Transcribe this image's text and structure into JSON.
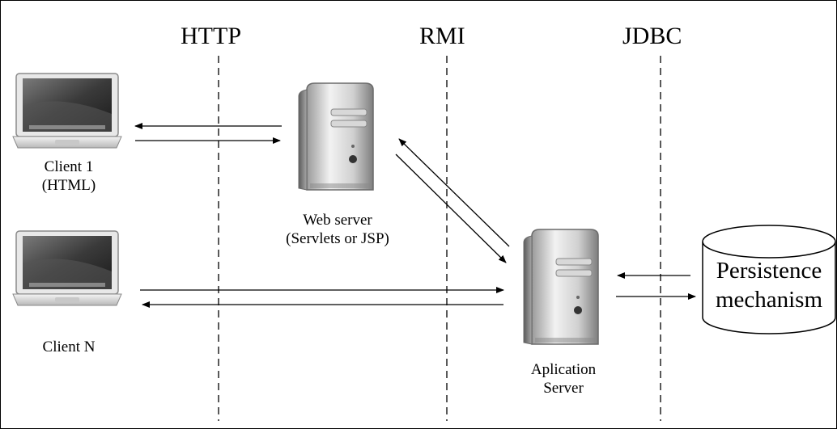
{
  "protocols": {
    "http": "HTTP",
    "rmi": "RMI",
    "jdbc": "JDBC"
  },
  "nodes": {
    "client1": {
      "line1": "Client 1",
      "line2": "(HTML)"
    },
    "clientN": {
      "line1": "Client N"
    },
    "web_server": {
      "line1": "Web server",
      "line2": "(Servlets or JSP)"
    },
    "app_server": {
      "line1": "Aplication",
      "line2": "Server"
    },
    "persistence": {
      "line1": "Persistence",
      "line2": "mechanism"
    }
  },
  "icons": {
    "client": "laptop-icon",
    "server": "server-tower-icon",
    "storage": "database-icon"
  },
  "colors": {
    "line": "#000000",
    "background": "#ffffff"
  }
}
